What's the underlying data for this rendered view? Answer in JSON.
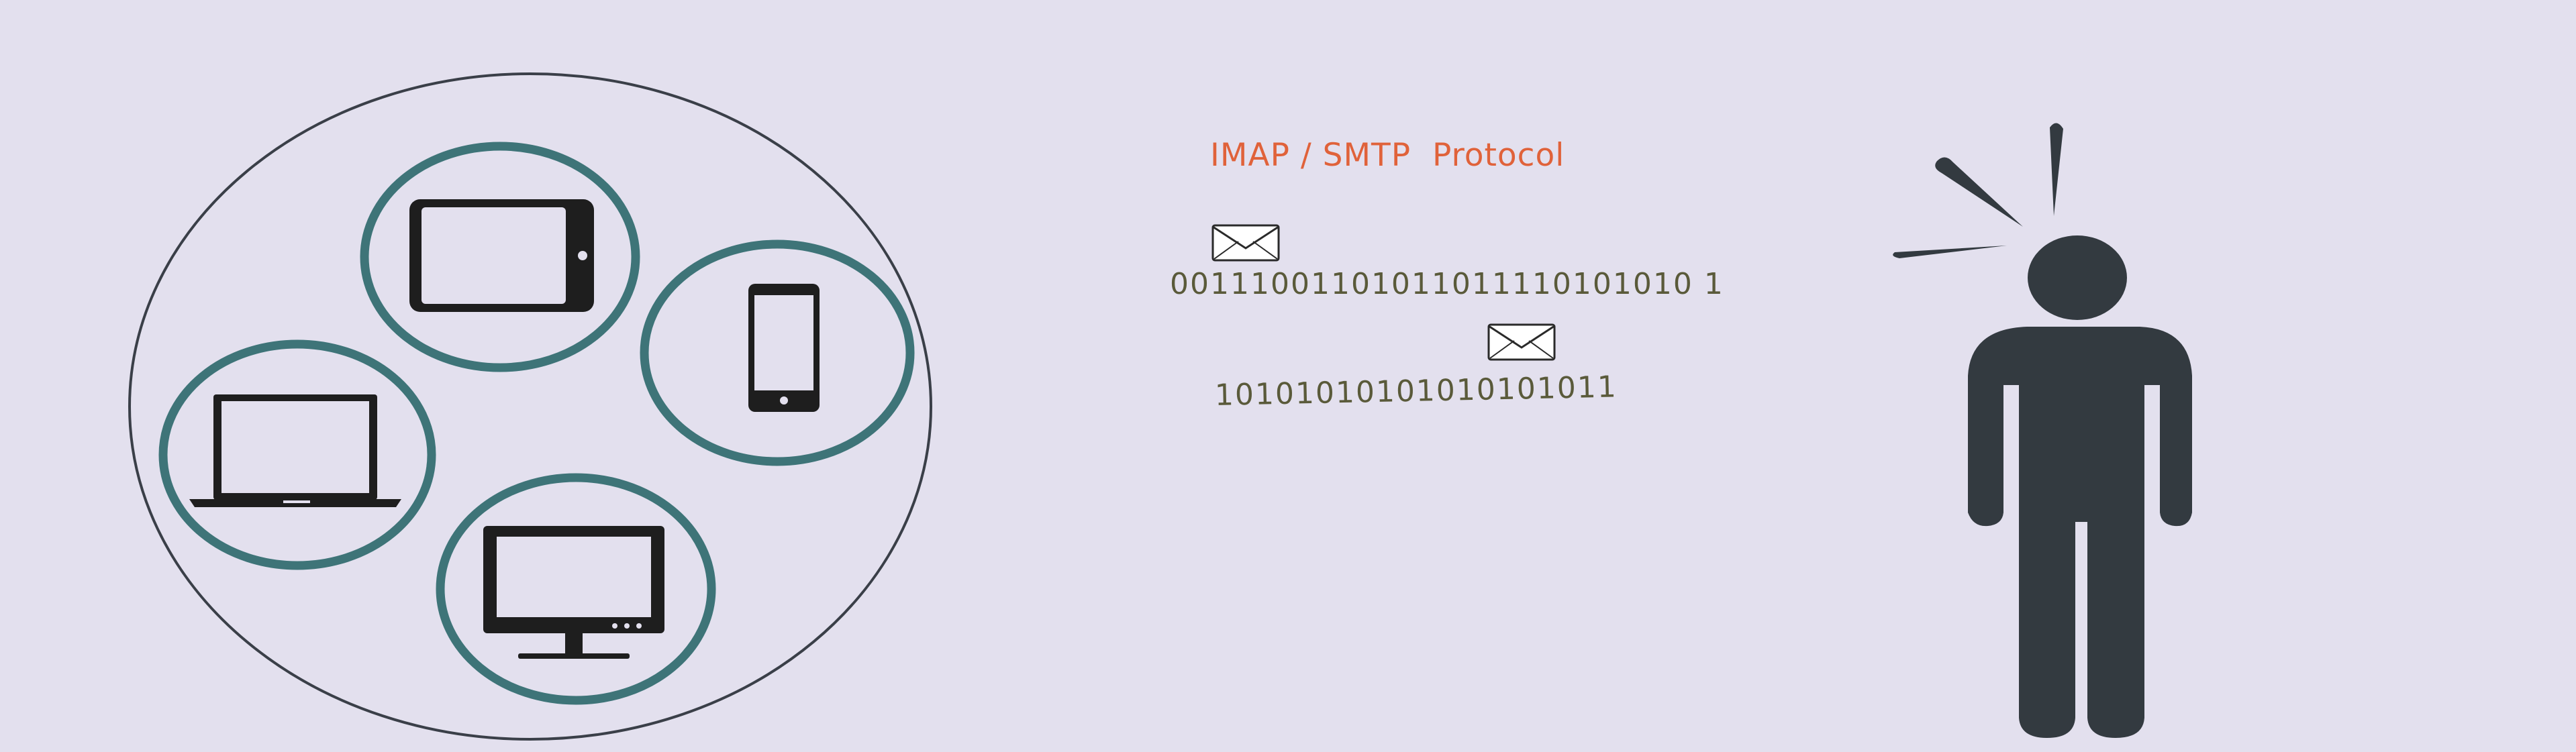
{
  "protocol_label": "IMAP / SMTP  Protocol",
  "bitstreams": [
    "00111001101011011110101010 1",
    "10101010101010101011"
  ],
  "devices": [
    "tablet",
    "smartphone",
    "laptop",
    "desktop-monitor"
  ],
  "colors": {
    "background": "#e3e0ee",
    "device_ring": "#3e7478",
    "device_fill": "#1e1e1e",
    "person": "#333a40",
    "protocol_text": "#e0623a",
    "bits_text": "#5a5a3a"
  }
}
